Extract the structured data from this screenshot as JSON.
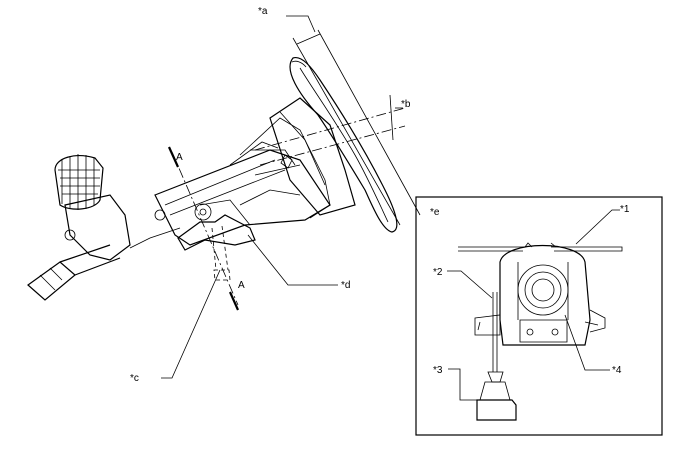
{
  "callouts": {
    "a": "*a",
    "b": "*b",
    "c": "*c",
    "d": "*d",
    "e": "*e",
    "n1": "*1",
    "n2": "*2",
    "n3": "*3",
    "n4": "*4"
  },
  "section_marks": {
    "top": "A",
    "bottom": "A"
  },
  "colors": {
    "stroke": "#000000",
    "background": "#ffffff",
    "tool_fill": "#d9d9d9"
  }
}
